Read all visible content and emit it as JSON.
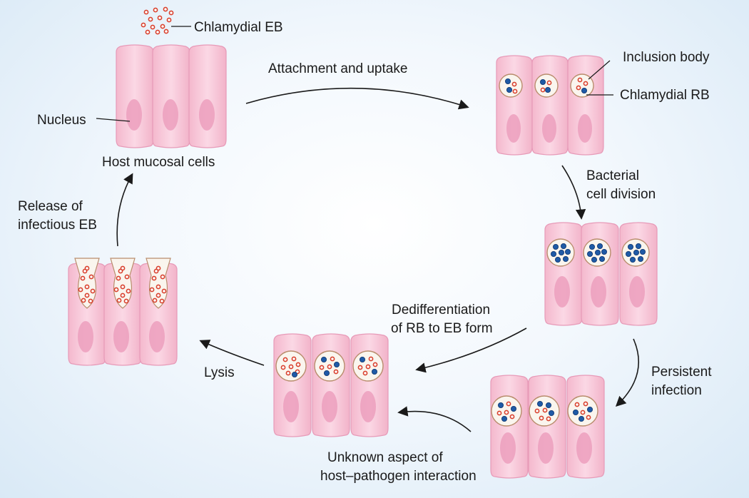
{
  "labels": {
    "chlamydial_eb": "Chlamydial EB",
    "nucleus": "Nucleus",
    "host_mucosal_cells": "Host mucosal cells",
    "attachment_uptake": "Attachment and uptake",
    "inclusion_body": "Inclusion body",
    "chlamydial_rb": "Chlamydial RB",
    "bacterial_1": "Bacterial",
    "bacterial_2": "cell division",
    "persistent_1": "Persistent",
    "persistent_2": "infection",
    "unknown_1": "Unknown aspect of",
    "unknown_2": "host–pathogen interaction",
    "dediff_1": "Dedifferentiation",
    "dediff_2": "of RB to EB form",
    "lysis": "Lysis",
    "release_1": "Release of",
    "release_2": "infectious EB"
  },
  "colors": {
    "cell_fill": "#f6c4d6",
    "cell_stroke": "#e79ab8",
    "nucleus": "#ec9fbd",
    "eb_red": "#d9412e",
    "rb_blue": "#1f5aa6",
    "inclusion": "#faf5ee",
    "inclusion_rim": "#b98c6c"
  }
}
